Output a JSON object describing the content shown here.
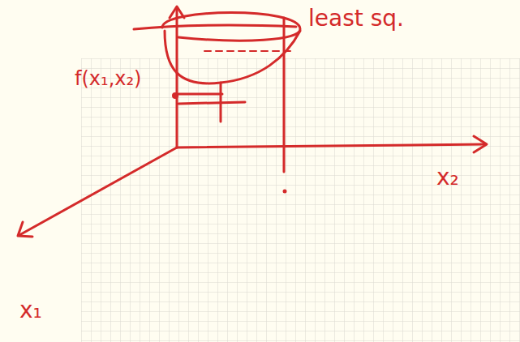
{
  "diagram": {
    "labels": [
      "f(x₁,x₂)",
      "least sq.",
      "x₂",
      "x₁"
    ]
  }
}
